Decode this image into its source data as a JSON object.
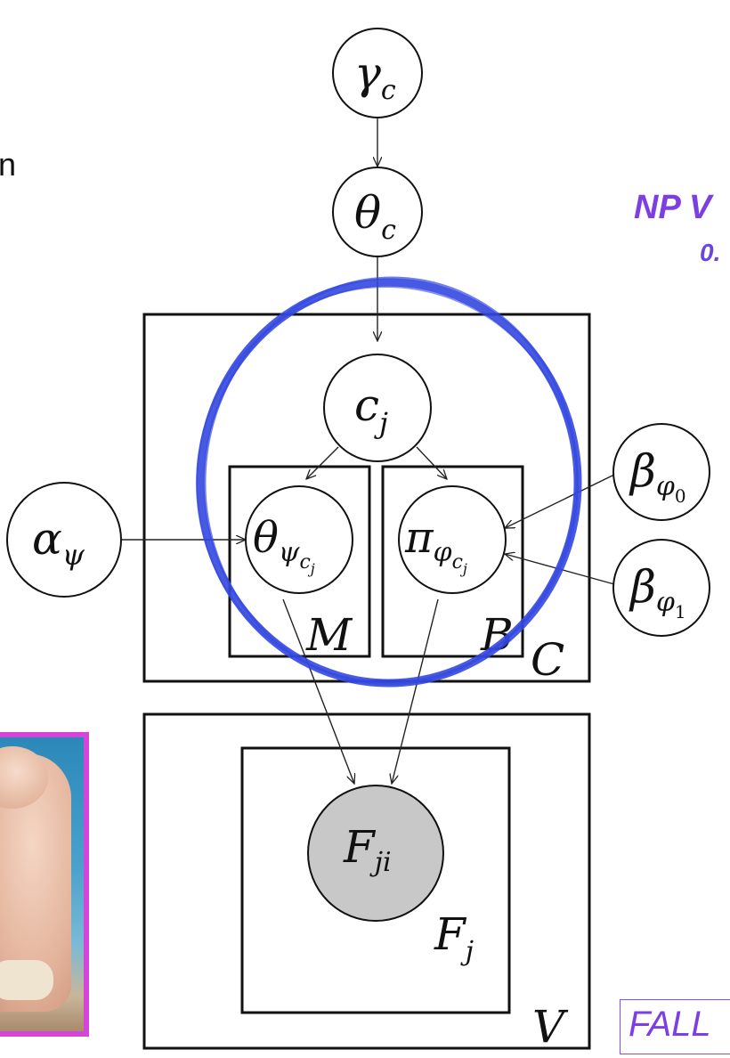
{
  "slide": {
    "left_text_fragment": "n",
    "right_heading_fragment": "NP V",
    "right_subtext_fragment": "0.",
    "bottom_right_fragment": "FALL"
  },
  "colors": {
    "accent_purple": "#7b3fe4",
    "circle_highlight": "#3448e0",
    "photo_border": "#d545d9",
    "observed_node_fill": "#c8c8c8"
  },
  "diagram": {
    "nodes": {
      "gamma_c": "γ",
      "gamma_c_sub": "c",
      "theta_c": "θ",
      "theta_c_sub": "c",
      "c_j": "c",
      "c_j_sub": "j",
      "alpha_psi": "α",
      "alpha_psi_sub": "ψ",
      "theta_psi": "θ",
      "theta_psi_sub": "ψ",
      "theta_psi_subsub": "c",
      "theta_psi_subsubsub": "j",
      "pi_phi": "π",
      "pi_phi_sub": "φ",
      "pi_phi_subsub": "c",
      "pi_phi_subsubsub": "j",
      "beta_phi0": "β",
      "beta_phi0_sub": "φ",
      "beta_phi0_subsub": "0",
      "beta_phi1": "β",
      "beta_phi1_sub": "φ",
      "beta_phi1_subsub": "1",
      "F_ji": "F",
      "F_ji_sub": "ji"
    },
    "plates": {
      "M": "M",
      "B": "B",
      "C": "C",
      "F_j": "F",
      "F_j_sub": "j",
      "V": "V"
    }
  }
}
